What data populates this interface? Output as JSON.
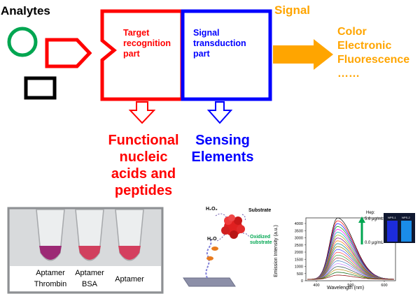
{
  "analytes_label": "Analytes",
  "signal_label": "Signal",
  "target_box": {
    "line1": "Target",
    "line2": "recognition",
    "line3": "part"
  },
  "transduction_box": {
    "line1": "Signal",
    "line2": "transduction",
    "line3": "part"
  },
  "signal_outputs": [
    "Color",
    "Electronic",
    "Fluorescence",
    "……"
  ],
  "functional": {
    "line1": "Functional",
    "line2": "nucleic",
    "line3": "acids and",
    "line4": "peptides"
  },
  "sensing": {
    "line1": "Sensing",
    "line2": "Elements"
  },
  "photo": {
    "tube1_line1": "Aptamer",
    "tube1_line2": "Thrombin",
    "tube2_line1": "Aptamer",
    "tube2_line2": "BSA",
    "tube3_line1": "Aptamer"
  },
  "schematic": {
    "h2o2": "H₂O₂",
    "substrate": "Substrate",
    "h2o": "H₂O",
    "oxidized1": "Oxidized",
    "oxidized2": "substrate"
  },
  "spectrum": {
    "ylabel": "Emission Intensity (a.u.)",
    "xlabel": "Wavelength (nm)",
    "yticks": [
      "0",
      "500",
      "1000",
      "1500",
      "2000",
      "2500",
      "3000",
      "3500",
      "4000"
    ],
    "xticks": [
      "400",
      "500",
      "600"
    ],
    "hep_label": "Hep:",
    "hep_high": "5.6 μg/mL",
    "hep_low": "0.0 μg/mL",
    "vial_label1": "NPS-1",
    "vial_label2": "NPS-2"
  },
  "colors": {
    "red": "#ff0000",
    "blue": "#0000ff",
    "orange": "#ffa500",
    "green": "#00a651"
  }
}
